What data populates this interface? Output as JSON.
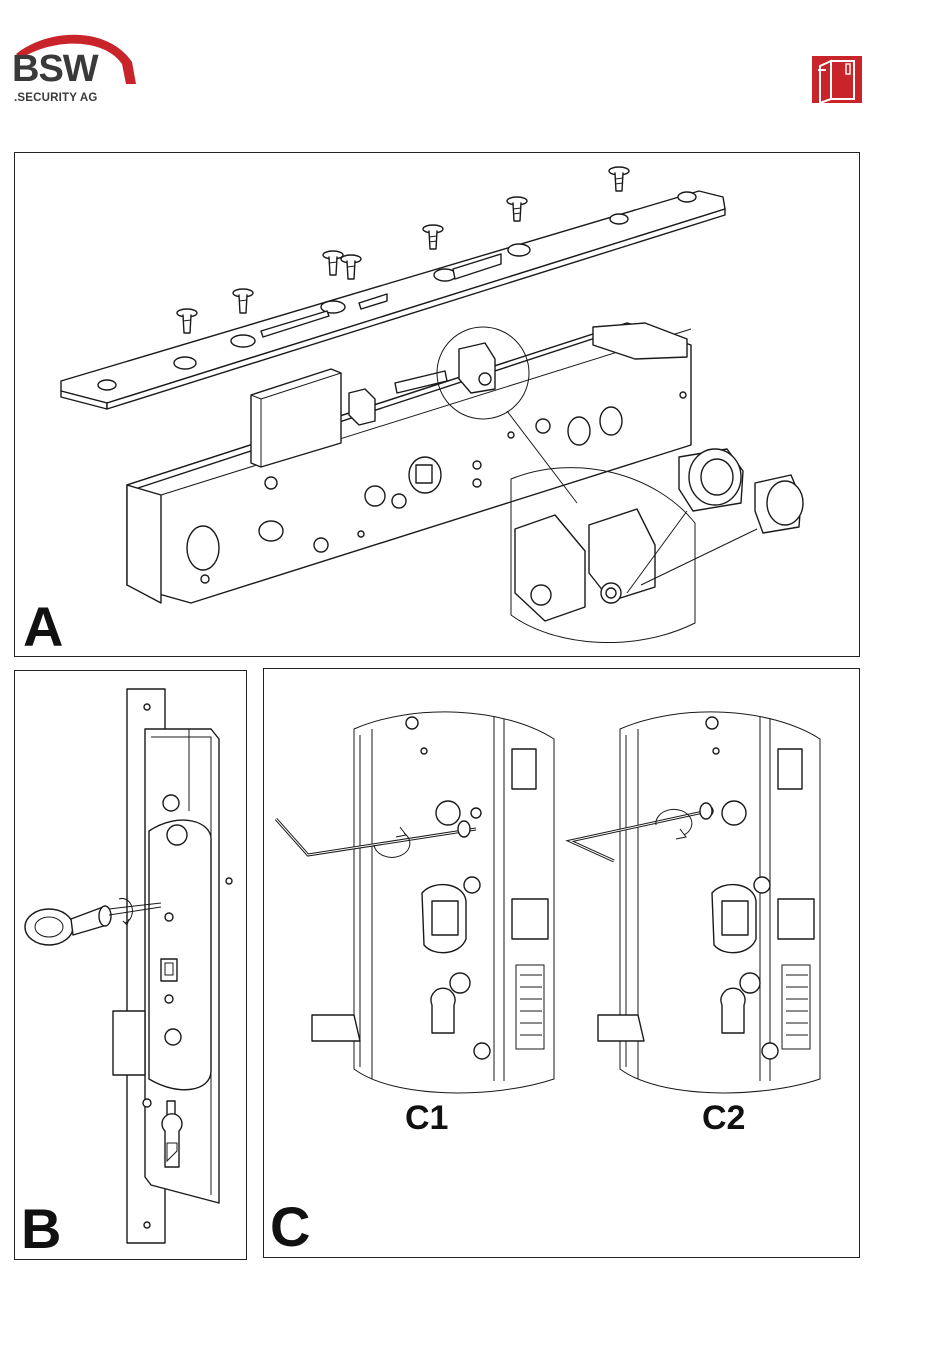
{
  "brand": {
    "name": "BSW",
    "tagline": ".SECURITY AG",
    "accent_color": "#c8242a",
    "text_color": "#3a3a3a"
  },
  "header_icon": {
    "icon": "door-icon",
    "color": "#c8242a"
  },
  "panels": {
    "a": {
      "label": "A"
    },
    "b": {
      "label": "B"
    },
    "c": {
      "label": "C",
      "sub_labels": [
        "C1",
        "C2"
      ]
    }
  }
}
